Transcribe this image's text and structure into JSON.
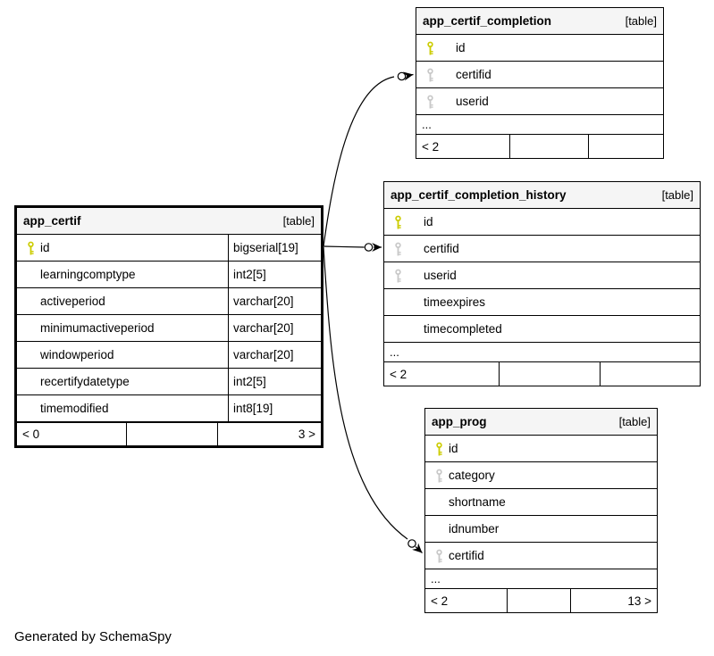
{
  "footer_note": "Generated by SchemaSpy",
  "colors": {
    "primary_key": "#cccc00",
    "foreign_key": "#c8c8c8",
    "header_bg": "#f5f5f5",
    "border": "#000000"
  },
  "tables": [
    {
      "name": "app_certif_completion",
      "tag": "[table]",
      "columns": [
        {
          "name": "id",
          "key": "primary"
        },
        {
          "name": "certifid",
          "key": "foreign"
        },
        {
          "name": "userid",
          "key": "foreign"
        }
      ],
      "ellipsis": "...",
      "footer": {
        "left": "< 2",
        "mid": "",
        "right": ""
      }
    },
    {
      "name": "app_certif_completion_history",
      "tag": "[table]",
      "columns": [
        {
          "name": "id",
          "key": "primary"
        },
        {
          "name": "certifid",
          "key": "foreign"
        },
        {
          "name": "userid",
          "key": "foreign"
        },
        {
          "name": "timeexpires"
        },
        {
          "name": "timecompleted"
        }
      ],
      "ellipsis": "...",
      "footer": {
        "left": "< 2",
        "mid": "",
        "right": ""
      }
    },
    {
      "name": "app_certif",
      "tag": "[table]",
      "columns": [
        {
          "name": "id",
          "type": "bigserial[19]",
          "key": "primary"
        },
        {
          "name": "learningcomptype",
          "type": "int2[5]"
        },
        {
          "name": "activeperiod",
          "type": "varchar[20]"
        },
        {
          "name": "minimumactiveperiod",
          "type": "varchar[20]"
        },
        {
          "name": "windowperiod",
          "type": "varchar[20]"
        },
        {
          "name": "recertifydatetype",
          "type": "int2[5]"
        },
        {
          "name": "timemodified",
          "type": "int8[19]"
        }
      ],
      "footer": {
        "left": "< 0",
        "mid": "",
        "right": "3 >"
      }
    },
    {
      "name": "app_prog",
      "tag": "[table]",
      "columns": [
        {
          "name": "id",
          "key": "primary"
        },
        {
          "name": "category",
          "key": "foreign"
        },
        {
          "name": "shortname"
        },
        {
          "name": "idnumber"
        },
        {
          "name": "certifid",
          "key": "foreign"
        }
      ],
      "ellipsis": "...",
      "footer": {
        "left": "< 2",
        "mid": "",
        "right": "13 >"
      }
    }
  ],
  "relationships": [
    {
      "from": "app_certif.id",
      "to": "app_certif_completion.certifid"
    },
    {
      "from": "app_certif.id",
      "to": "app_certif_completion_history.certifid"
    },
    {
      "from": "app_certif.id",
      "to": "app_prog.certifid"
    }
  ]
}
